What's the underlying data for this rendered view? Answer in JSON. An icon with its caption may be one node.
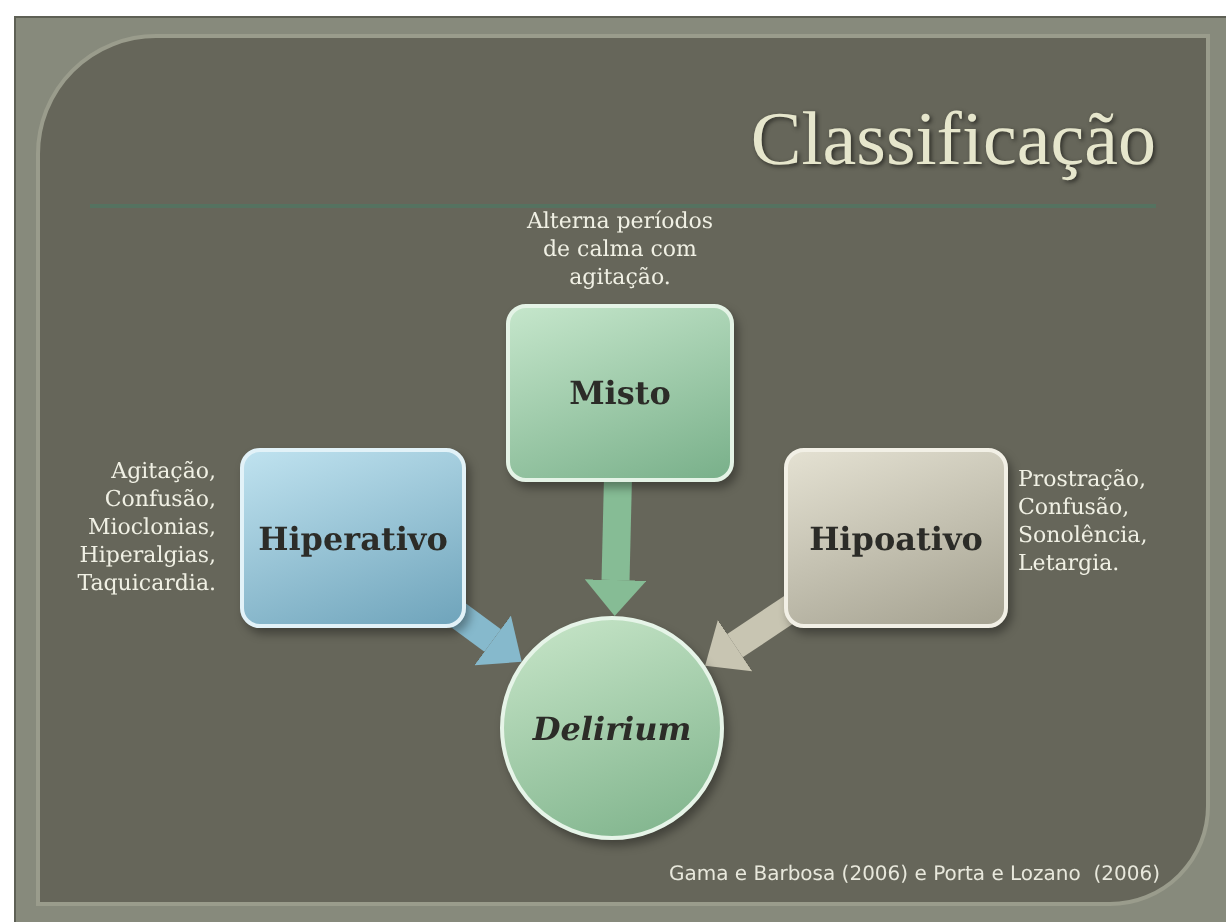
{
  "diagram": {
    "title": "Classificação",
    "nodes": [
      {
        "text": [
          "Misto"
        ],
        "beside": [
          "Alterna períodos de calma com agitação."
        ]
      },
      {
        "text": [
          "Hiperativo"
        ],
        "beside": [
          "Agitação, Confusão, Mioclonias, Hiperalgias, Taquicardia."
        ]
      },
      {
        "text": [
          "Hipoativo"
        ],
        "beside": [
          "Prostração, Confusão, Sonolência, Letargia."
        ]
      },
      {
        "text": [
          "Delirium"
        ]
      }
    ],
    "edges": [
      {
        "from": 1,
        "to": 3,
        "arrow": "to",
        "color": "#86b9cc"
      },
      {
        "from": 0,
        "to": 3,
        "arrow": "to",
        "color": "#86bc95"
      },
      {
        "from": 2,
        "to": 3,
        "arrow": "to",
        "color": "#c8c5b2"
      }
    ],
    "caption": "Gama e Barbosa (2006) e Porta e Lozano  (2006)"
  }
}
